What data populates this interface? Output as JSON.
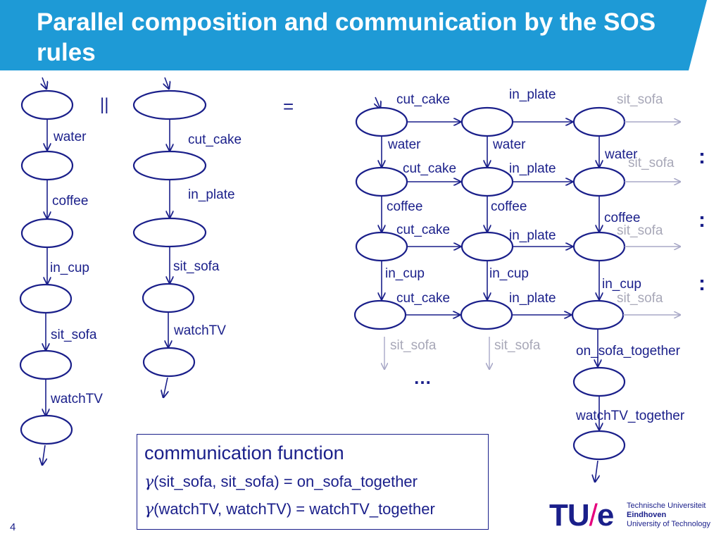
{
  "title": "Parallel composition and communication by the SOS rules",
  "operators": {
    "parallel": "||",
    "equals": "="
  },
  "left_process": [
    "water",
    "coffee",
    "in_cup",
    "sit_sofa",
    "watchTV"
  ],
  "middle_process": [
    "cut_cake",
    "in_plate",
    "sit_sofa",
    "watchTV"
  ],
  "product": {
    "top_labels": [
      "cut_cake",
      "in_plate",
      "sit_sofa"
    ],
    "row2_labels": [
      "cut_cake",
      "in_plate",
      "sit_sofa"
    ],
    "row3_labels": [
      "cut_cake",
      "in_plate",
      "sit_sofa"
    ],
    "row4_labels": [
      "cut_cake",
      "in_plate",
      "sit_sofa"
    ],
    "col_down_1": [
      "water",
      "coffee",
      "in_cup",
      "sit_sofa"
    ],
    "col_down_2": [
      "water",
      "coffee",
      "in_cup",
      "sit_sofa"
    ],
    "col_down_3": [
      "water",
      "coffee",
      "in_cup"
    ],
    "continuation": ":",
    "ellipsis": "…",
    "together_labels": [
      "on_sofa_together",
      "watchTV_together"
    ]
  },
  "communication": {
    "heading": "communication function",
    "gamma": "γ",
    "line1": "(sit_sofa, sit_sofa) = on_sofa_together",
    "line2": "(watchTV, watchTV) = watchTV_together"
  },
  "page_number": "4",
  "logo": {
    "mark_tu": "TU",
    "mark_slash": "/",
    "mark_e": "e",
    "line1": "Technische Universiteit",
    "line2": "Eindhoven",
    "line3": "University of Technology"
  },
  "colors": {
    "title_bar": "#1e9ad6",
    "ink": "#1a1f8a",
    "grey": "#a8a8b8",
    "accent": "#e5007d"
  }
}
